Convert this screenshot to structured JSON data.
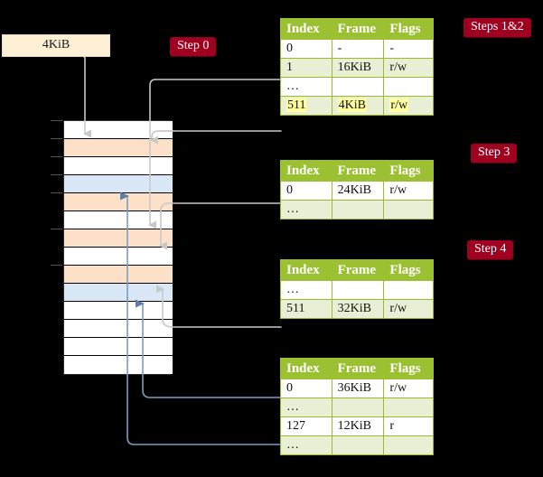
{
  "diagram": {
    "title_badges": [
      {
        "name": "step-0",
        "label": "Step 0"
      },
      {
        "name": "steps-1-2",
        "label": "Steps 1&2"
      },
      {
        "name": "step-3",
        "label": "Step 3"
      },
      {
        "name": "step-4",
        "label": "Step 4"
      }
    ],
    "page_box": {
      "label": "4KiB"
    },
    "columns": [
      "Index",
      "Frame",
      "Flags"
    ],
    "tables": [
      {
        "name": "page-table-level-0",
        "rows": [
          {
            "index": "0",
            "frame": "-",
            "flags": "-",
            "style": "plain",
            "highlight": false
          },
          {
            "index": "1",
            "frame": "16KiB",
            "flags": "r/w",
            "style": "alt",
            "highlight": false
          },
          {
            "index": "…",
            "frame": "",
            "flags": "",
            "style": "plain",
            "highlight": false
          },
          {
            "index": "511",
            "frame": "4KiB",
            "flags": "r/w",
            "style": "alt",
            "highlight": true
          }
        ]
      },
      {
        "name": "page-table-level-1",
        "rows": [
          {
            "index": "0",
            "frame": "24KiB",
            "flags": "r/w",
            "style": "plain",
            "highlight": false
          },
          {
            "index": "…",
            "frame": "",
            "flags": "",
            "style": "alt",
            "highlight": false
          }
        ]
      },
      {
        "name": "page-table-level-2",
        "rows": [
          {
            "index": "…",
            "frame": "",
            "flags": "",
            "style": "plain",
            "highlight": false
          },
          {
            "index": "511",
            "frame": "32KiB",
            "flags": "r/w",
            "style": "alt",
            "highlight": false
          }
        ]
      },
      {
        "name": "page-table-level-3",
        "rows": [
          {
            "index": "0",
            "frame": "36KiB",
            "flags": "r/w",
            "style": "plain",
            "highlight": false
          },
          {
            "index": "…",
            "frame": "",
            "flags": "",
            "style": "alt",
            "highlight": false
          },
          {
            "index": "127",
            "frame": "12KiB",
            "flags": "r",
            "style": "plain",
            "highlight": false
          },
          {
            "index": "…",
            "frame": "",
            "flags": "",
            "style": "alt",
            "highlight": false
          }
        ]
      }
    ],
    "memory_rows": [
      {
        "fill": "white"
      },
      {
        "fill": "orange"
      },
      {
        "fill": "white"
      },
      {
        "fill": "blue"
      },
      {
        "fill": "orange"
      },
      {
        "fill": "white"
      },
      {
        "fill": "orange"
      },
      {
        "fill": "white"
      },
      {
        "fill": "orange"
      },
      {
        "fill": "blue"
      },
      {
        "fill": "white"
      },
      {
        "fill": "white"
      },
      {
        "fill": "white"
      },
      {
        "fill": "white"
      }
    ],
    "colors": {
      "badge_bg": "#a00020",
      "header_green": "#9bc132",
      "row_alt": "#e9efd4",
      "highlight_yellow": "#ffffa0",
      "page_box_bg": "#fdf0d5",
      "mem_orange": "#fde0c8",
      "mem_blue": "#d9e7f7",
      "arrow_gray": "#c8c8c8",
      "arrow_blue": "#7d9cc0",
      "background": "#000000"
    }
  }
}
